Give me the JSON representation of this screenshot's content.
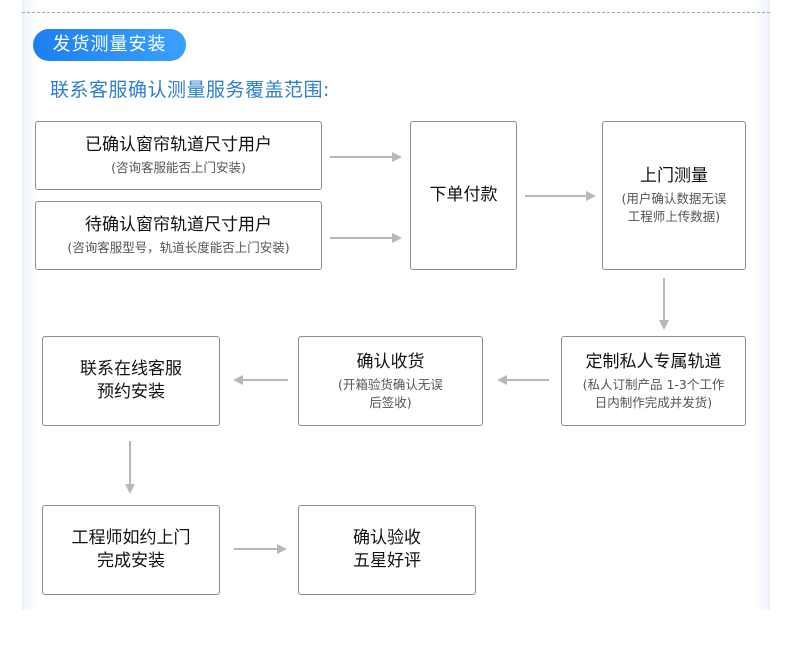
{
  "header": {
    "pill_label": "发货测量安装",
    "subtitle": "联系客服确认测量服务覆盖范围:"
  },
  "steps": {
    "confirmed_user": {
      "title": "已确认窗帘轨道尺寸用户",
      "note": "(咨询客服能否上门安装)"
    },
    "pending_user": {
      "title": "待确认窗帘轨道尺寸用户",
      "note": "(咨询客服型号，轨道长度能否上门安装)"
    },
    "place_order": {
      "title": "下单付款"
    },
    "onsite_measure": {
      "title": "上门测量",
      "note": "(用户确认数据无误\n工程师上传数据)"
    },
    "custom_track": {
      "title": "定制私人专属轨道",
      "note": "(私人订制产品 1-3个工作\n日内制作完成并发货)"
    },
    "confirm_receipt": {
      "title": "确认收货",
      "note": "(开箱验货确认无误\n后签收)"
    },
    "contact_service": {
      "title": "联系在线客服\n预约安装"
    },
    "engineer_install": {
      "title": "工程师如约上门\n完成安装"
    },
    "confirm_review": {
      "title": "确认验收\n五星好评"
    }
  },
  "colors": {
    "accent": "#1d7ff0",
    "subtitle": "#2f7fd0",
    "arrow": "#b8b8b8",
    "border": "#8c8c8c"
  }
}
